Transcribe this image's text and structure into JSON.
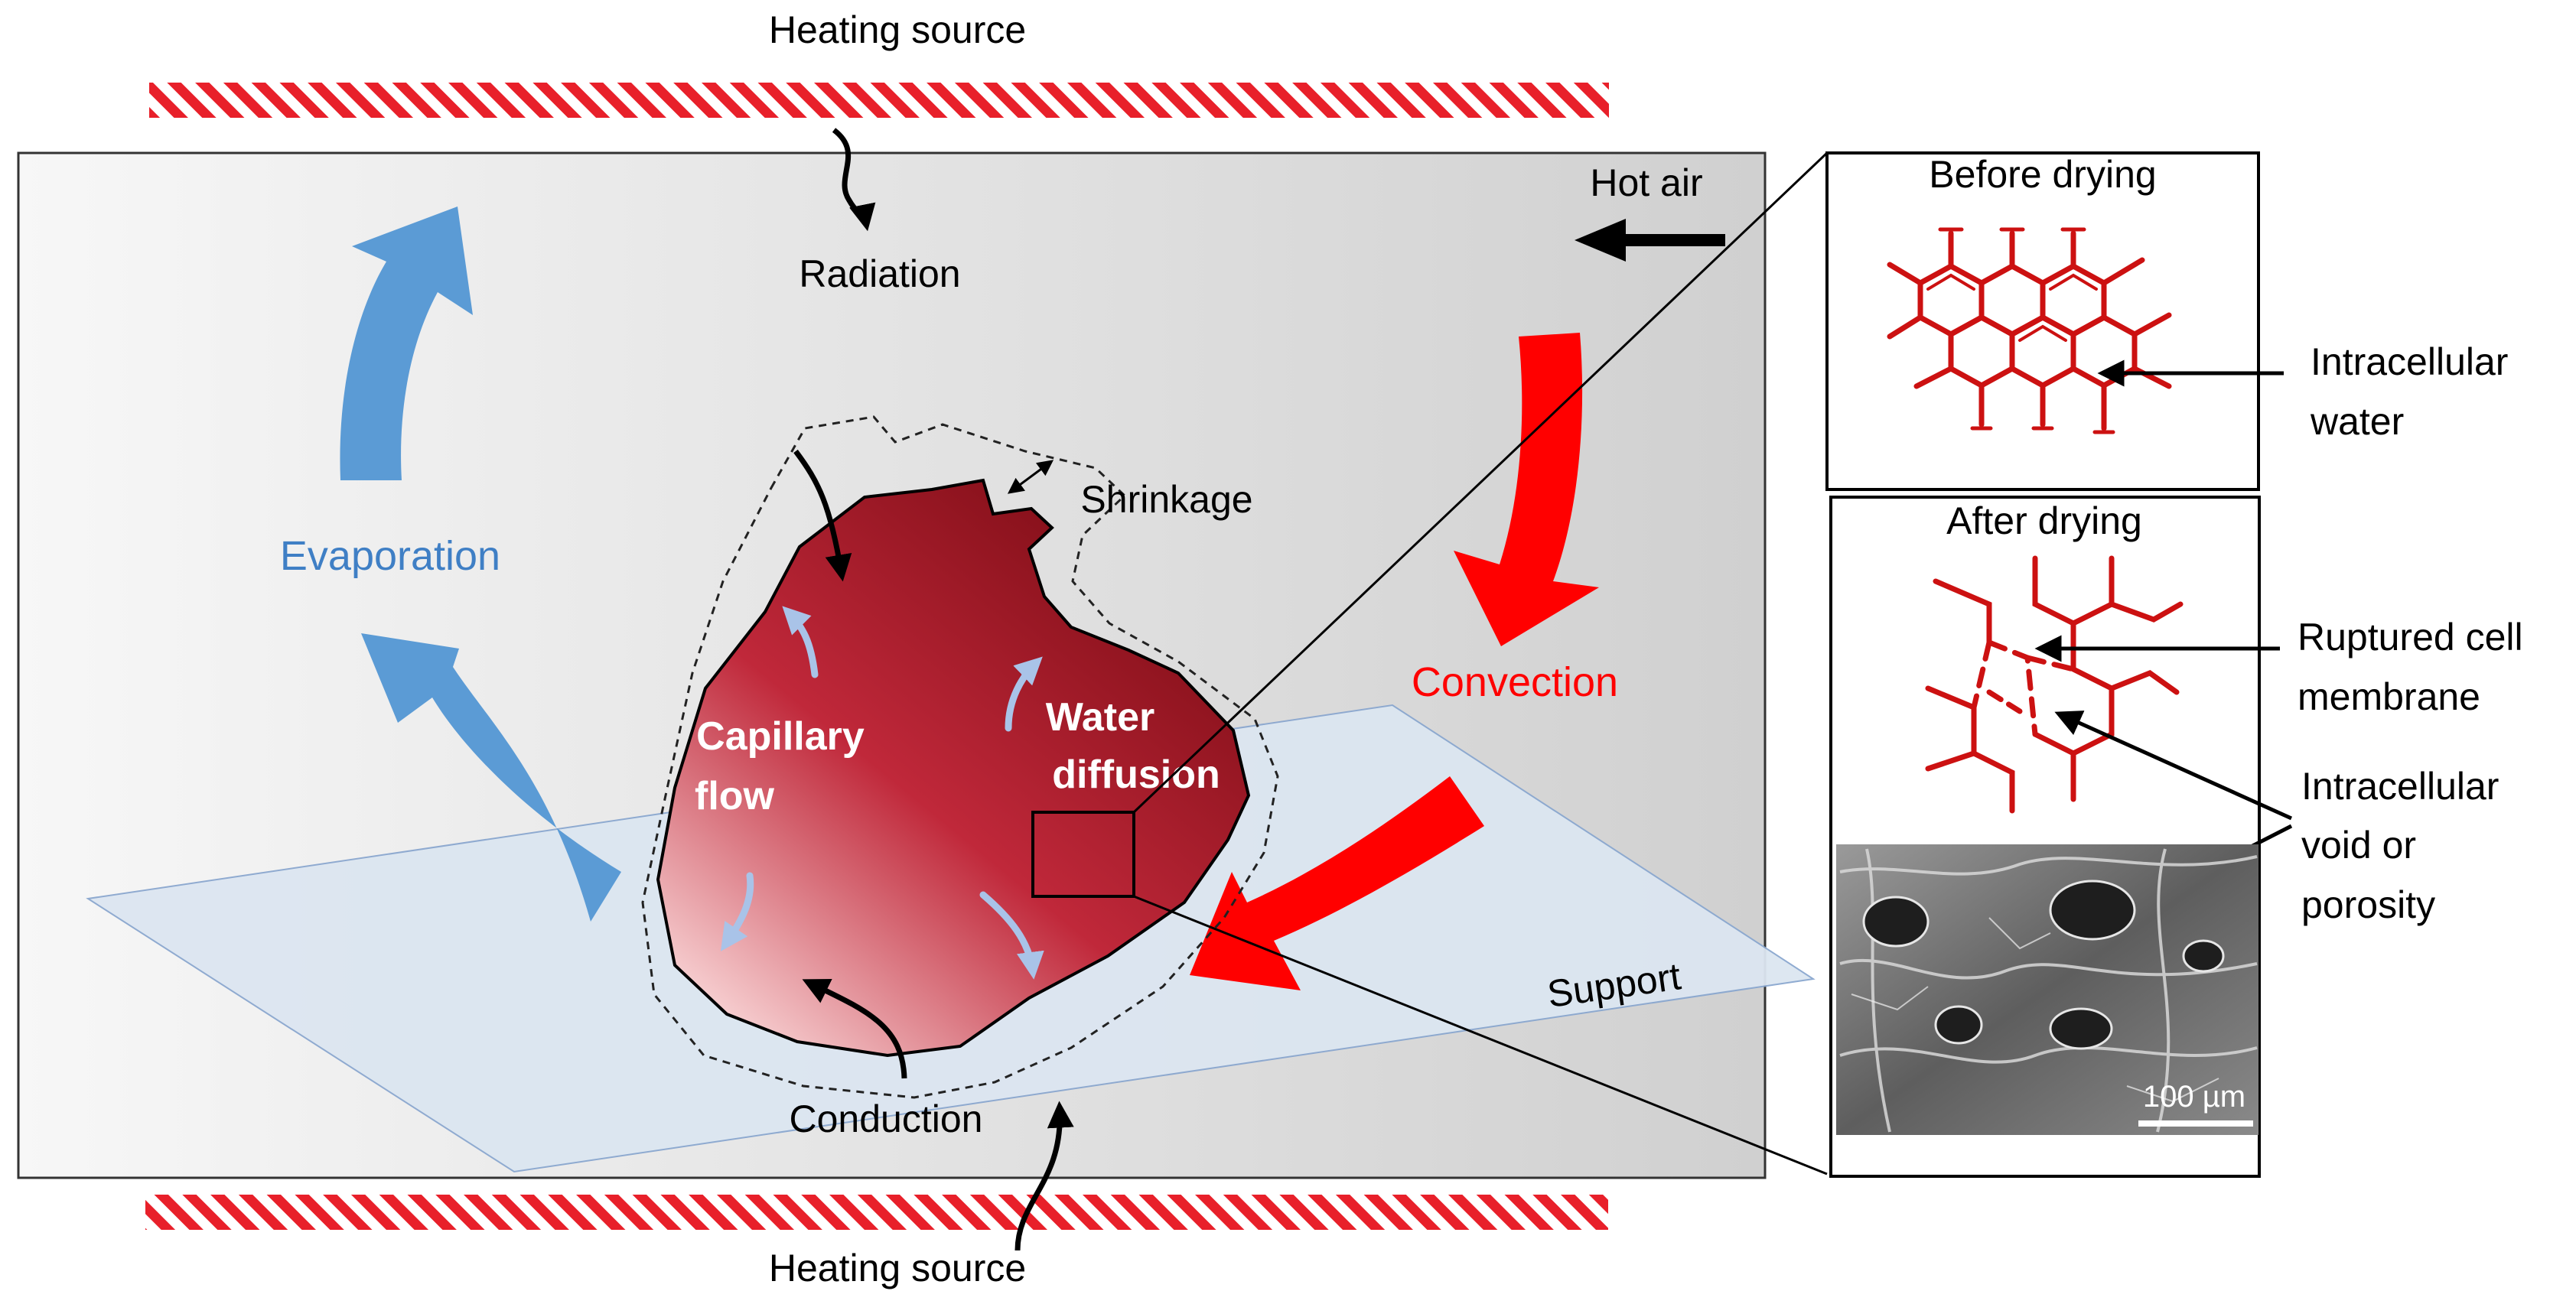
{
  "labels": {
    "heating_top": "Heating source",
    "heating_bottom": "Heating source",
    "radiation": "Radiation",
    "hot_air": "Hot air",
    "evaporation": "Evaporation",
    "shrinkage": "Shrinkage",
    "convection": "Convection",
    "capillary_line1": "Capillary",
    "capillary_line2": "flow",
    "water_line1": "Water",
    "water_line2": "diffusion",
    "support": "Support",
    "conduction": "Conduction"
  },
  "panels": {
    "before": {
      "title": "Before drying",
      "annotation_line1": "Intracellular",
      "annotation_line2": "water"
    },
    "after": {
      "title": "After drying",
      "ruptured_line1": "Ruptured cell",
      "ruptured_line2": "membrane",
      "void_line1": "Intracellular",
      "void_line2": "void or",
      "void_line3": "porosity",
      "scale_bar": "100 µm"
    }
  },
  "colors": {
    "evaporation_arrow": "#5b9bd5",
    "convection_arrow": "#ff0000",
    "food_dark": "#7a0a10",
    "food_light": "#fde0e0",
    "cell_wall": "#cc1111",
    "support_plane": "#dce6f1",
    "hatch_red": "#e8202a"
  },
  "icons": {
    "evaporation": "curved-arrow-up-icon",
    "convection": "curved-arrow-down-icon",
    "radiation": "squiggle-arrow-icon"
  }
}
